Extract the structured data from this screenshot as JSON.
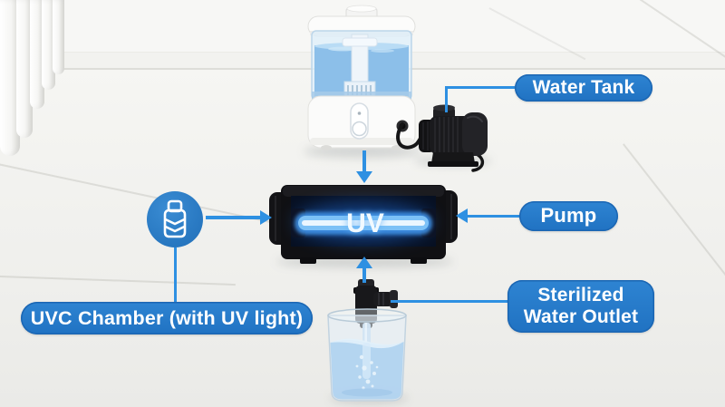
{
  "labels": {
    "water_tank": "Water Tank",
    "pump": "Pump",
    "sterilized_line1": "Sterilized",
    "sterilized_line2": "Water Outlet",
    "uvc_chamber": "UVC Chamber (with UV light)"
  },
  "chamber": {
    "uv_text": "UV"
  },
  "colors": {
    "label_background": "#2279c7",
    "label_text": "#ffffff",
    "connector_arrow": "#2e90e2",
    "uv_tube_glow": "#5cb2f7",
    "icon_circle_background": "#2b7ec5"
  },
  "icons": {
    "uvc_circle_icon": "uv-lamp-icon"
  }
}
